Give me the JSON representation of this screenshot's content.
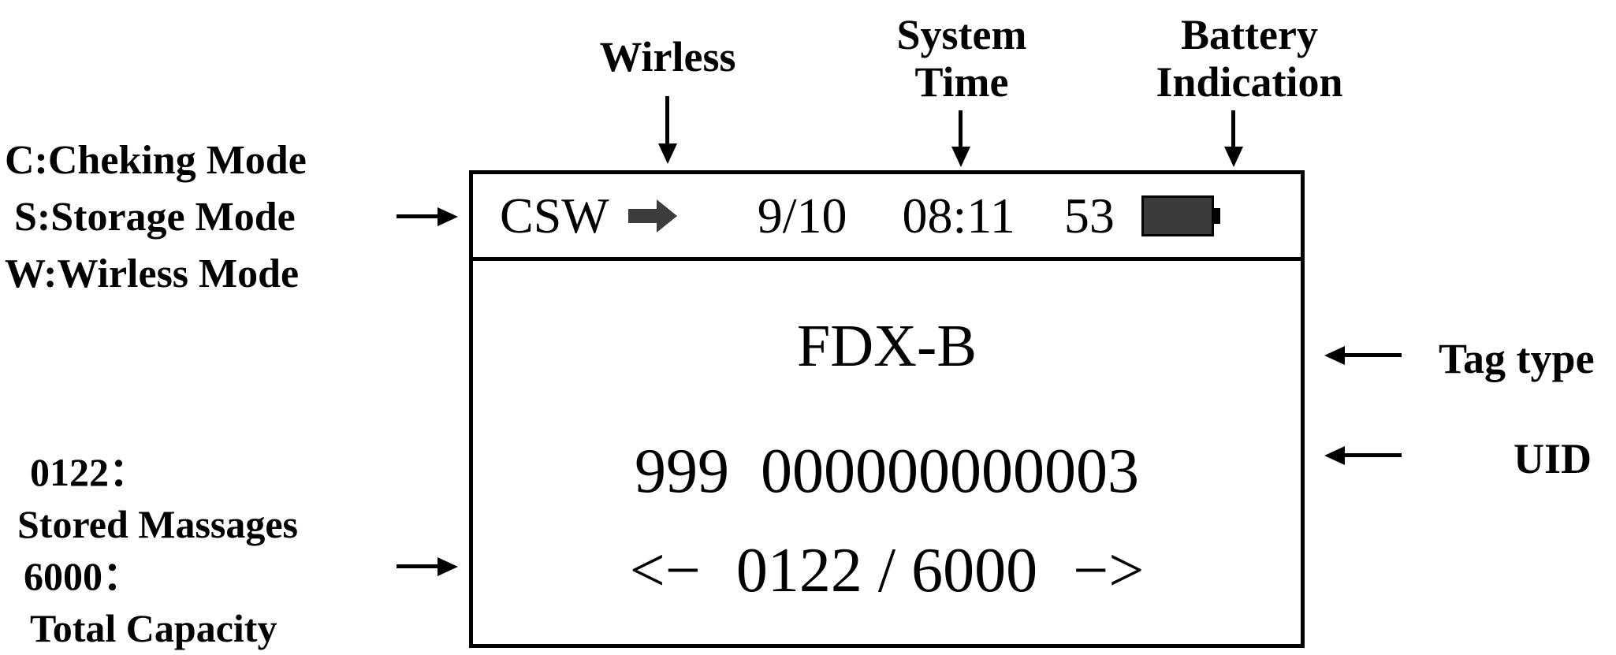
{
  "annotations": {
    "wireless": "Wirless",
    "system_time": [
      "System",
      "Time"
    ],
    "battery": [
      "Battery",
      "Indication"
    ],
    "mode_legend": [
      "C:Cheking Mode",
      "S:Storage Mode",
      "W:Wirless Mode"
    ],
    "tag_type": "Tag type",
    "uid": "UID",
    "storage_legend": [
      "0122：",
      "Stored Massages",
      "6000：",
      "Total Capacity"
    ]
  },
  "screen": {
    "status_bar": {
      "modes": "CSW",
      "wireless_icon": "bold-right-arrow",
      "date": "9/10",
      "time": "08:11",
      "battery_percent": "53",
      "battery_icon": "battery-filled"
    },
    "tag_type": "FDX-B",
    "uid": "999  000000000003",
    "nav": {
      "prev": "<−",
      "counter": "0122 / 6000",
      "next": "−>"
    }
  }
}
